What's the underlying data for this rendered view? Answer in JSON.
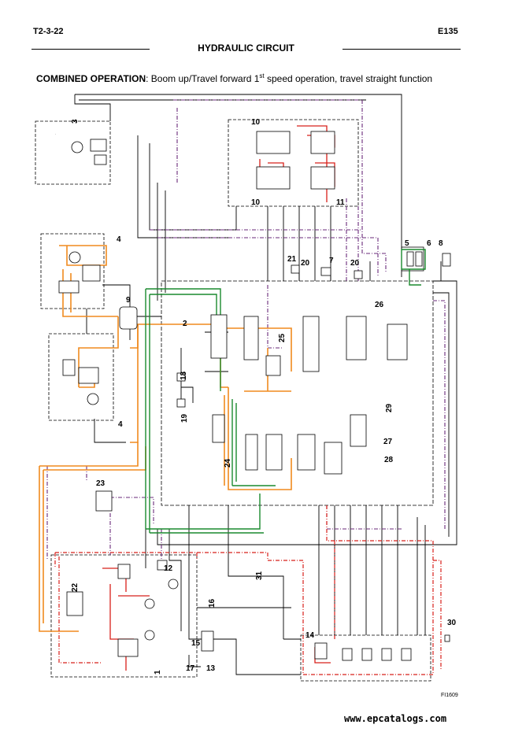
{
  "header": {
    "page_code": "T2-3-22",
    "model": "E135",
    "title": "HYDRAULIC CIRCUIT"
  },
  "caption": {
    "label": "COMBINED OPERATION",
    "text_before_sup": ": Boom up/Travel forward 1",
    "sup": "st",
    "text_after_sup": " speed operation, travel straight function"
  },
  "figure_code": "FI1609",
  "watermark": "www.epcatalogs.com",
  "colors": {
    "line": "#000000",
    "orange": "#f08a1e",
    "green": "#1a8a2e",
    "red": "#d8201a",
    "purple": "#6a2a7a",
    "violet_dash": "#8a2a9a"
  },
  "callouts": [
    {
      "id": "c1",
      "label": "1"
    },
    {
      "id": "c2",
      "label": "2"
    },
    {
      "id": "c3",
      "label": "3"
    },
    {
      "id": "c4a",
      "label": "4"
    },
    {
      "id": "c4b",
      "label": "4"
    },
    {
      "id": "c5",
      "label": "5"
    },
    {
      "id": "c6",
      "label": "6"
    },
    {
      "id": "c7",
      "label": "7"
    },
    {
      "id": "c8",
      "label": "8"
    },
    {
      "id": "c9",
      "label": "9"
    },
    {
      "id": "c10a",
      "label": "10"
    },
    {
      "id": "c10b",
      "label": "10"
    },
    {
      "id": "c11",
      "label": "11"
    },
    {
      "id": "c12",
      "label": "12"
    },
    {
      "id": "c13",
      "label": "13"
    },
    {
      "id": "c14",
      "label": "14"
    },
    {
      "id": "c15",
      "label": "15"
    },
    {
      "id": "c16",
      "label": "16"
    },
    {
      "id": "c17",
      "label": "17"
    },
    {
      "id": "c18",
      "label": "18"
    },
    {
      "id": "c19",
      "label": "19"
    },
    {
      "id": "c20a",
      "label": "20"
    },
    {
      "id": "c20b",
      "label": "20"
    },
    {
      "id": "c21",
      "label": "21"
    },
    {
      "id": "c22",
      "label": "22"
    },
    {
      "id": "c23",
      "label": "23"
    },
    {
      "id": "c24",
      "label": "24"
    },
    {
      "id": "c25",
      "label": "25"
    },
    {
      "id": "c26",
      "label": "26"
    },
    {
      "id": "c27",
      "label": "27"
    },
    {
      "id": "c28",
      "label": "28"
    },
    {
      "id": "c29",
      "label": "29"
    },
    {
      "id": "c30",
      "label": "30"
    },
    {
      "id": "c31",
      "label": "31"
    }
  ]
}
